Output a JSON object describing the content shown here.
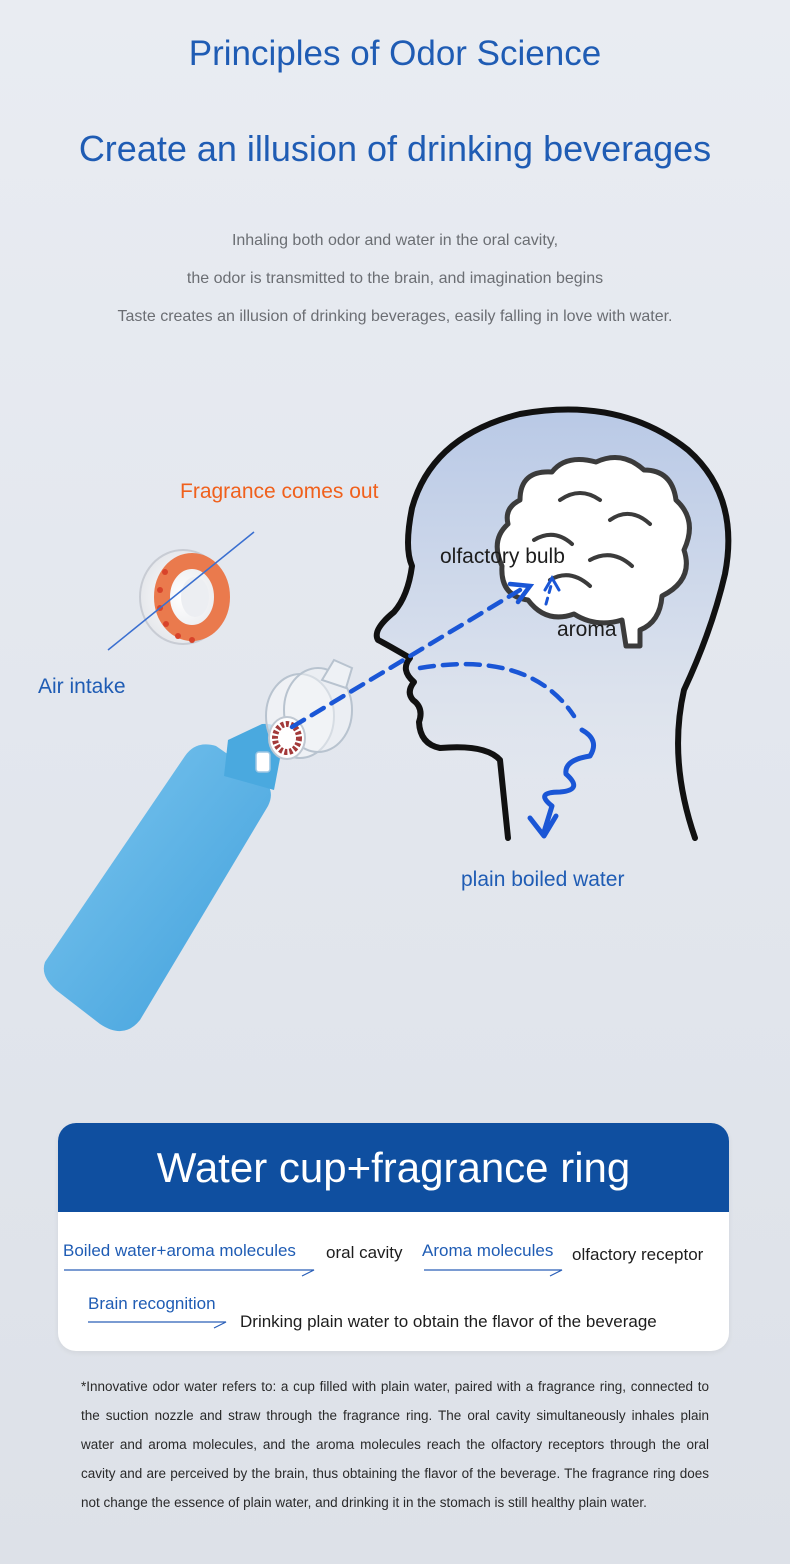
{
  "header": {
    "title": "Principles of Odor Science",
    "subtitle": "Create an illusion of drinking beverages"
  },
  "intro": {
    "line1": "Inhaling both odor and water in the oral cavity,",
    "line2": "the odor is transmitted to the brain, and imagination begins",
    "line3": "Taste creates an illusion of drinking beverages, easily falling in love with water."
  },
  "diagram": {
    "fragrance_label": "Fragrance comes out",
    "air_intake_label": "Air intake",
    "olfactory_bulb_label": "olfactory bulb",
    "aroma_label": "aroma",
    "water_label": "plain boiled water",
    "colors": {
      "accent_blue": "#1f5cb4",
      "orange": "#f0601c",
      "bottle_blue": "#5bb2e6",
      "arrow_blue": "#1a56d6"
    }
  },
  "card": {
    "title": "Water cup+fragrance ring",
    "step1_blue": "Boiled water+aroma molecules",
    "step1_black": "oral cavity",
    "step2_blue": "Aroma molecules",
    "step2_black": "olfactory receptor",
    "step3_blue": "Brain recognition",
    "step3_black": "Drinking plain water to obtain the flavor of the beverage"
  },
  "footnote": "*Innovative odor water refers to: a cup filled with plain water, paired with a fragrance ring, connected to the suction nozzle and straw through the fragrance ring. The oral cavity simultaneously inhales plain water and aroma molecules, and the aroma molecules reach the olfactory receptors through the oral cavity and are perceived by the brain, thus obtaining the flavor of the beverage. The fragrance ring does not change the essence of plain water, and drinking it in the stomach is still healthy plain water."
}
